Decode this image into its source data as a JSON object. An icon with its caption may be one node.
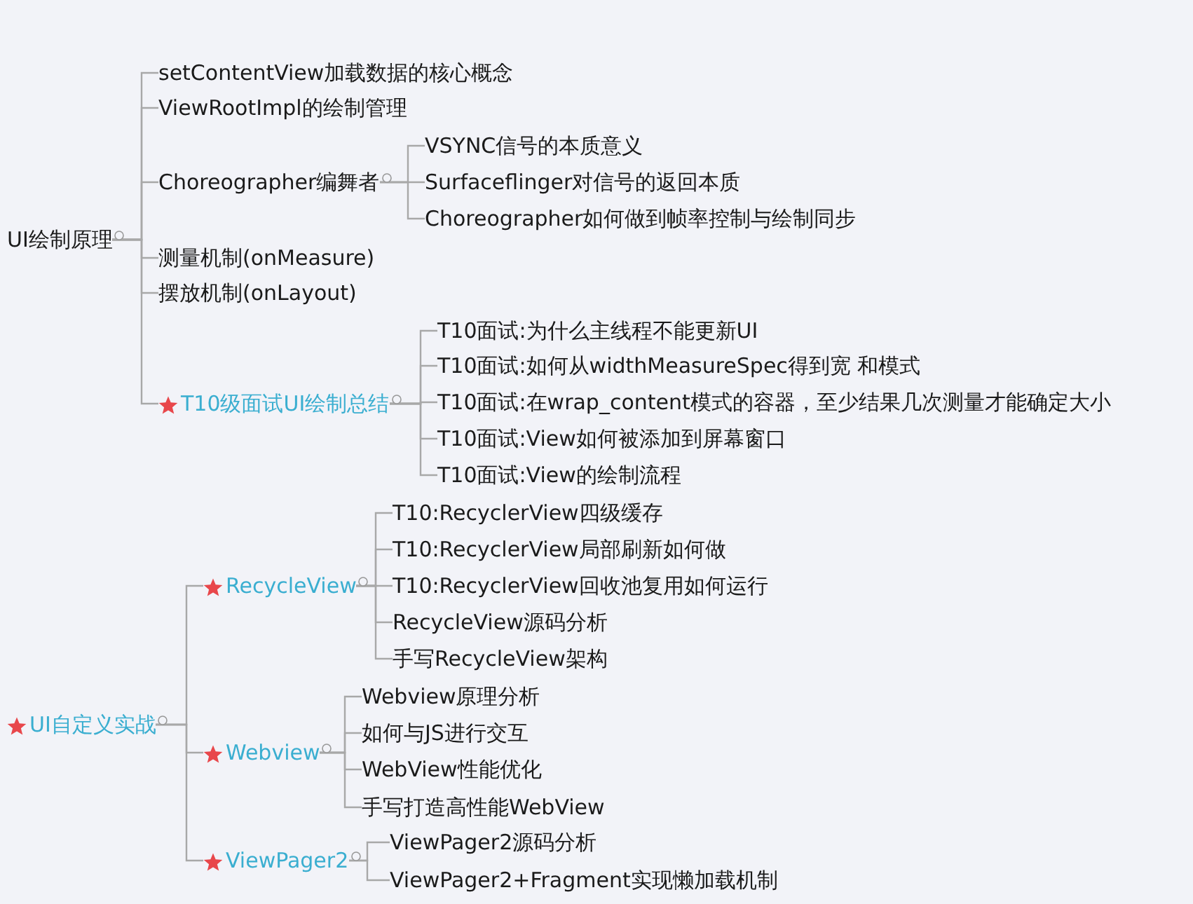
{
  "diagram": {
    "nodes": [
      {
        "text": [
          "UI绘制原理"
        ]
      },
      {
        "text": [
          "setContentView加载数据的核心概念"
        ]
      },
      {
        "text": [
          "ViewRootImpl的绘制管理"
        ]
      },
      {
        "text": [
          "Choreographer编舞者"
        ]
      },
      {
        "text": [
          "VSYNC信号的本质意义"
        ]
      },
      {
        "text": [
          "Surfaceflinger对信号的返回本质"
        ]
      },
      {
        "text": [
          "Choreographer如何做到帧率控制与绘制同步"
        ]
      },
      {
        "text": [
          "测量机制(onMeasure)"
        ]
      },
      {
        "text": [
          "摆放机制(onLayout)"
        ]
      },
      {
        "text": [
          "T10级面试UI绘制总结"
        ]
      },
      {
        "text": [
          "T10面试:为什么主线程不能更新UI"
        ]
      },
      {
        "text": [
          "T10面试:如何从widthMeasureSpec得到宽 和模式"
        ]
      },
      {
        "text": [
          "T10面试:在wrap_content模式的容器，至少结果几次测量才能确定大小"
        ]
      },
      {
        "text": [
          "T10面试:View如何被添加到屏幕窗口"
        ]
      },
      {
        "text": [
          "T10面试:View的绘制流程"
        ]
      },
      {
        "text": [
          "UI自定义实战"
        ]
      },
      {
        "text": [
          "RecycleView"
        ]
      },
      {
        "text": [
          "T10:RecyclerView四级缓存"
        ]
      },
      {
        "text": [
          "T10:RecyclerView局部刷新如何做"
        ]
      },
      {
        "text": [
          "T10:RecyclerView回收池复用如何运行"
        ]
      },
      {
        "text": [
          "RecycleView源码分析"
        ]
      },
      {
        "text": [
          "手写RecycleView架构"
        ]
      },
      {
        "text": [
          "Webview"
        ]
      },
      {
        "text": [
          "Webview原理分析"
        ]
      },
      {
        "text": [
          "如何与JS进行交互"
        ]
      },
      {
        "text": [
          "WebView性能优化"
        ]
      },
      {
        "text": [
          "手写打造高性能WebView"
        ]
      },
      {
        "text": [
          "ViewPager2"
        ]
      },
      {
        "text": [
          "ViewPager2源码分析"
        ]
      },
      {
        "text": [
          "ViewPager2+Fragment实现懒加载机制"
        ]
      }
    ],
    "edges": [
      {
        "from": 0,
        "to": 1,
        "arrow": "none"
      },
      {
        "from": 0,
        "to": 2,
        "arrow": "none"
      },
      {
        "from": 0,
        "to": 3,
        "arrow": "none"
      },
      {
        "from": 3,
        "to": 4,
        "arrow": "none"
      },
      {
        "from": 3,
        "to": 5,
        "arrow": "none"
      },
      {
        "from": 3,
        "to": 6,
        "arrow": "none"
      },
      {
        "from": 0,
        "to": 7,
        "arrow": "none"
      },
      {
        "from": 0,
        "to": 8,
        "arrow": "none"
      },
      {
        "from": 0,
        "to": 9,
        "arrow": "none"
      },
      {
        "from": 9,
        "to": 10,
        "arrow": "none"
      },
      {
        "from": 9,
        "to": 11,
        "arrow": "none"
      },
      {
        "from": 9,
        "to": 12,
        "arrow": "none"
      },
      {
        "from": 9,
        "to": 13,
        "arrow": "none"
      },
      {
        "from": 9,
        "to": 14,
        "arrow": "none"
      },
      {
        "from": 15,
        "to": 16,
        "arrow": "none"
      },
      {
        "from": 16,
        "to": 17,
        "arrow": "none"
      },
      {
        "from": 16,
        "to": 18,
        "arrow": "none"
      },
      {
        "from": 16,
        "to": 19,
        "arrow": "none"
      },
      {
        "from": 16,
        "to": 20,
        "arrow": "none"
      },
      {
        "from": 16,
        "to": 21,
        "arrow": "none"
      },
      {
        "from": 15,
        "to": 22,
        "arrow": "none"
      },
      {
        "from": 22,
        "to": 23,
        "arrow": "none"
      },
      {
        "from": 22,
        "to": 24,
        "arrow": "none"
      },
      {
        "from": 22,
        "to": 25,
        "arrow": "none"
      },
      {
        "from": 22,
        "to": 26,
        "arrow": "none"
      },
      {
        "from": 15,
        "to": 27,
        "arrow": "none"
      },
      {
        "from": 27,
        "to": 28,
        "arrow": "none"
      },
      {
        "from": 27,
        "to": 29,
        "arrow": "none"
      }
    ]
  }
}
